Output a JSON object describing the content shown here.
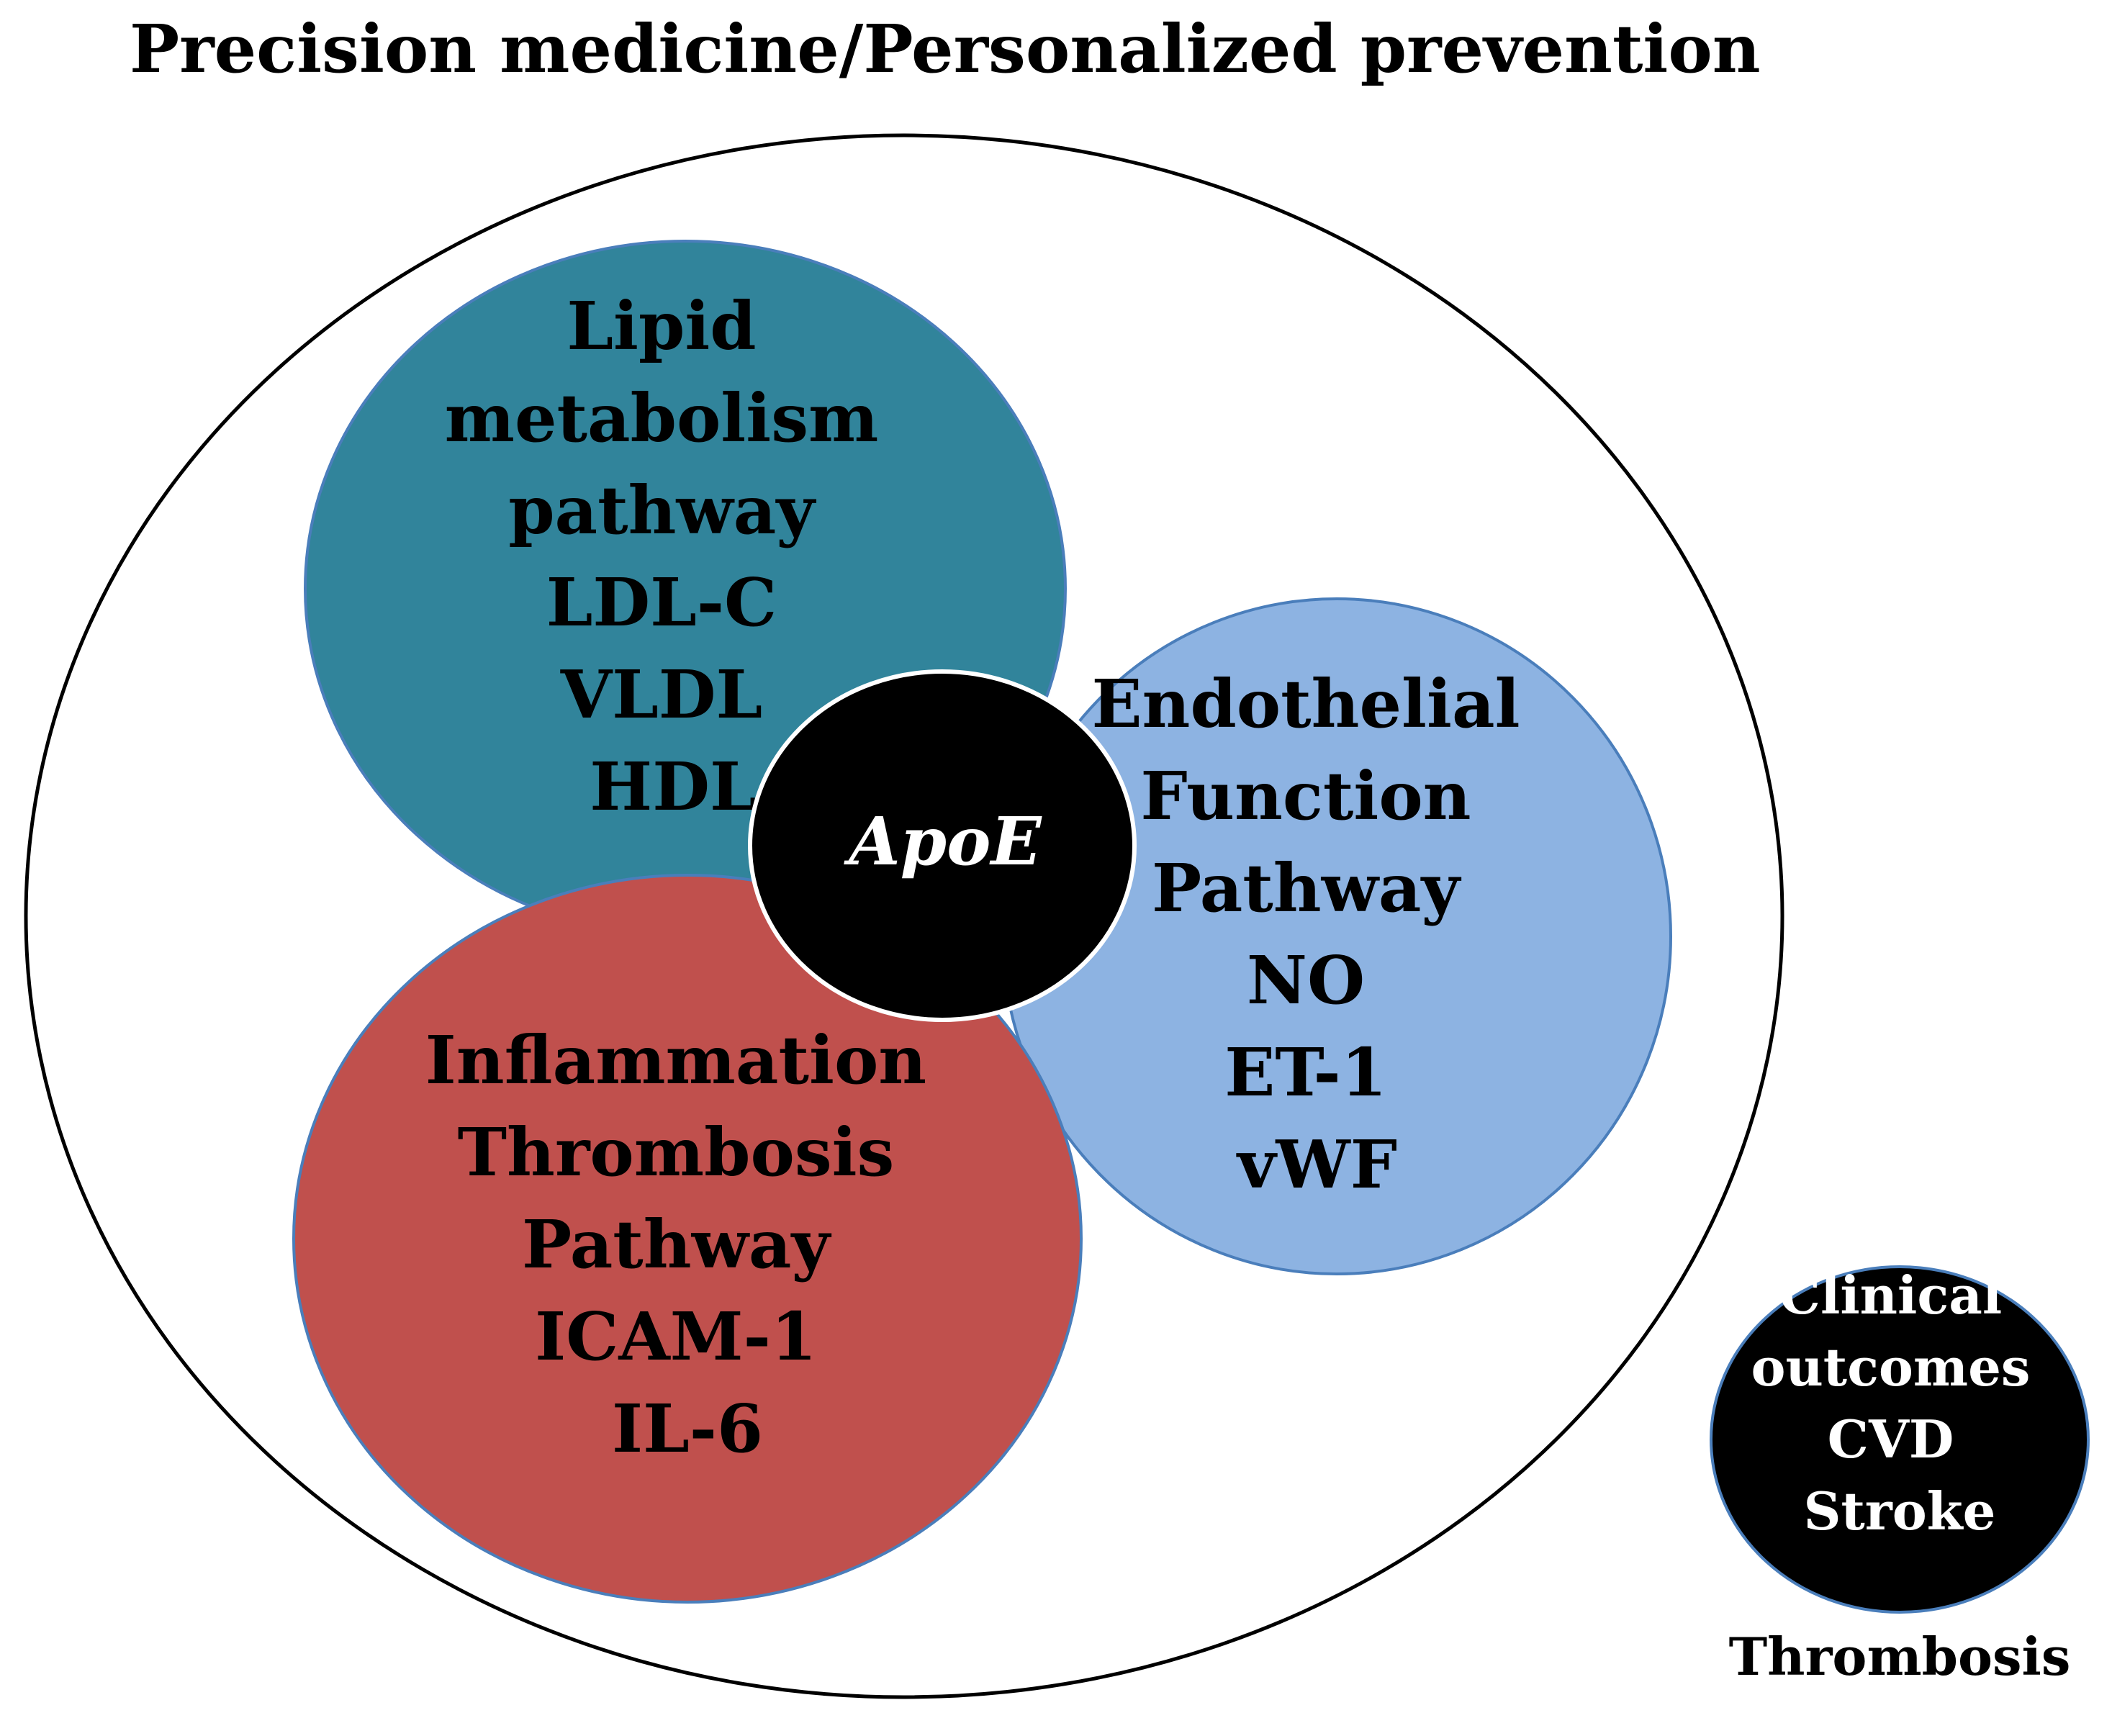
{
  "title": "Precision medicine/Personalized prevention",
  "nodes": {
    "lipid": {
      "lines": [
        "Lipid",
        "metabolism",
        "pathway",
        "LDL-C",
        "VLDL",
        "HDL"
      ],
      "color": "#31849b"
    },
    "endothelial": {
      "lines": [
        "Endothelial",
        "Function",
        "Pathway",
        "NO",
        "ET-1",
        "vWF"
      ],
      "color": "#8db3e2"
    },
    "inflammation": {
      "lines": [
        "Inflammation",
        "Thrombosis",
        "Pathway",
        "ICAM-1",
        "IL-6"
      ],
      "color": "#c0504d"
    },
    "center": {
      "label": "ApoE",
      "color": "#000000"
    },
    "outcomes": {
      "lines": [
        "Clinical",
        "outcomes",
        "CVD",
        "Stroke"
      ],
      "color": "#000000"
    }
  },
  "outcomes_caption": "Thrombosis"
}
